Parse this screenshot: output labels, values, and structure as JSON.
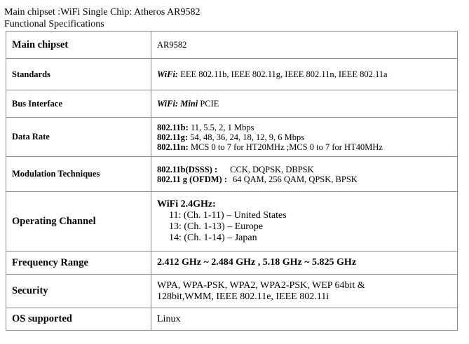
{
  "header": {
    "line1": "Main chipset :WiFi Single Chip: Atheros AR9582",
    "line2": "Functional Specifications"
  },
  "table": {
    "main_chipset": {
      "label": "Main chipset",
      "value": "AR9582"
    },
    "standards": {
      "label": "Standards",
      "prefix": "WiFi:",
      "value": " EEE 802.11b, IEEE 802.11g, IEEE 802.11n, IEEE 802.11a"
    },
    "bus_interface": {
      "label": "Bus Interface",
      "prefix": "WiFi: Mini",
      "value": " PCIE"
    },
    "data_rate": {
      "label": "Data Rate",
      "lines": [
        {
          "key": "802.11b:",
          "value": " 11, 5.5, 2, 1 Mbps"
        },
        {
          "key": "802.11g:",
          "value": " 54, 48, 36, 24, 18, 12, 9, 6 Mbps"
        },
        {
          "key": "802.11n:",
          "value": " MCS 0 to 7 for HT20MHz ;MCS 0 to 7 for HT40MHz"
        }
      ]
    },
    "modulation": {
      "label": "Modulation Techniques",
      "lines": [
        {
          "key": "802.11b(DSSS) :",
          "value": "CCK, DQPSK, DBPSK"
        },
        {
          "key": "802.11 g (OFDM) :",
          "value": "64 QAM, 256 QAM, QPSK, BPSK"
        }
      ]
    },
    "operating_channel": {
      "label": "Operating Channel",
      "title": "WiFi 2.4GHz:",
      "lines": [
        "11: (Ch. 1-11) – United States",
        "13: (Ch. 1-13) – Europe",
        "14: (Ch. 1-14) – Japan"
      ]
    },
    "frequency_range": {
      "label": "Frequency Range",
      "value": "2.412 GHz ~ 2.484 GHz , 5.18 GHz ~ 5.825 GHz"
    },
    "security": {
      "label": "Security",
      "line1": "WPA, WPA-PSK, WPA2, WPA2-PSK, WEP 64bit &",
      "line2": "128bit,WMM, IEEE 802.11e, IEEE 802.11i"
    },
    "os_supported": {
      "label": "OS supported",
      "value": "Linux"
    }
  }
}
